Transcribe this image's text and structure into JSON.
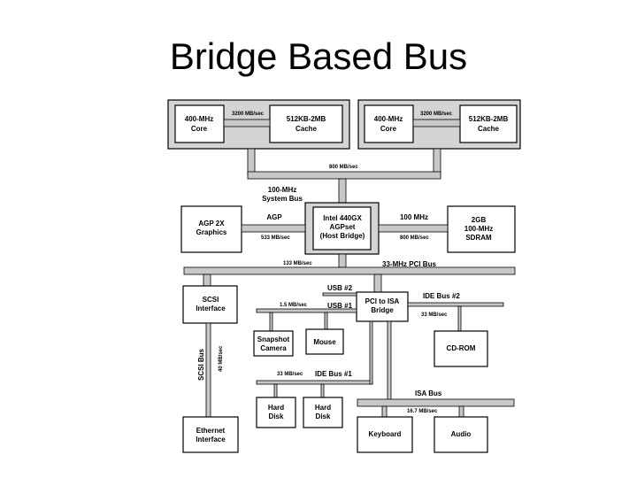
{
  "title": "Bridge Based Bus",
  "cpu_left": {
    "core": [
      "400-MHz",
      "Core"
    ],
    "cache": [
      "512KB-2MB",
      "Cache"
    ],
    "speed": "3200 MB/sec"
  },
  "cpu_right": {
    "core": [
      "400-MHz",
      "Core"
    ],
    "cache": [
      "512KB-2MB",
      "Cache"
    ],
    "speed": "3200 MB/sec"
  },
  "system_bus": {
    "speed": "800 MB/sec",
    "label": [
      "100-MHz",
      "System Bus"
    ]
  },
  "agp_graphics": [
    "AGP 2X",
    "Graphics"
  ],
  "agp": {
    "label": "AGP",
    "speed": "533 MB/sec"
  },
  "host_bridge": [
    "Intel 440GX",
    "AGPset",
    "(Host Bridge)"
  ],
  "memory": {
    "label": "100 MHz",
    "speed": "800 MB/sec",
    "box": [
      "2GB",
      "100-MHz",
      "SDRAM"
    ]
  },
  "pci_bus": {
    "speed": "133 MB/sec",
    "label": "33-MHz PCI Bus"
  },
  "scsi_interface": [
    "SCSI",
    "Interface"
  ],
  "usb2": "USB #2",
  "usb1": {
    "label": "USB #1",
    "speed": "1.5 MB/sec"
  },
  "pci_isa_bridge": [
    "PCI to ISA",
    "Bridge"
  ],
  "ide_bus2": {
    "label": "IDE Bus #2",
    "speed": "33 MB/sec"
  },
  "snapshot_camera": [
    "Snapshot",
    "Camera"
  ],
  "mouse": "Mouse",
  "cdrom": "CD-ROM",
  "scsi_bus": {
    "label": "SCSI Bus",
    "speed": "40 MB/sec"
  },
  "ide_bus1": {
    "label": "IDE Bus #1",
    "speed": "33 MB/sec"
  },
  "hard_disk_1": [
    "Hard",
    "Disk"
  ],
  "hard_disk_2": [
    "Hard",
    "Disk"
  ],
  "isa_bus": {
    "label": "ISA Bus",
    "speed": "16.7 MB/sec"
  },
  "ethernet": [
    "Ethernet",
    "Interface"
  ],
  "keyboard": "Keyboard",
  "audio": "Audio"
}
